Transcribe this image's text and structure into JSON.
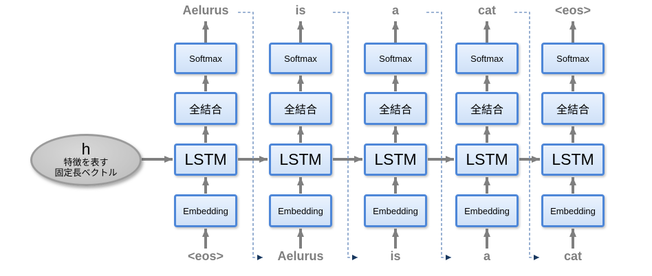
{
  "diagram": {
    "labels": {
      "softmax": "Softmax",
      "fully_connected": "全結合",
      "lstm": "LSTM",
      "embedding": "Embedding"
    },
    "feature_vector": {
      "symbol": "h",
      "description_line1": "特徴を表す",
      "description_line2": "固定長ベクトル"
    },
    "columns": [
      {
        "input": "<eos>",
        "output": "Aelurus"
      },
      {
        "input": "Aelurus",
        "output": "is"
      },
      {
        "input": "is",
        "output": "a"
      },
      {
        "input": "a",
        "output": "cat"
      },
      {
        "input": "cat",
        "output": "<eos>"
      }
    ],
    "colors": {
      "box_fill": "#dbe9fb",
      "box_border": "#4e87d8",
      "arrow_gray": "#7f7f7f",
      "dashed_line": "#7f9cc6",
      "dashed_arrowhead": "#17375e",
      "word_text": "#7f7f7f",
      "ellipse_fill": "#c7c7c7",
      "ellipse_border": "#9b9b9b"
    }
  }
}
